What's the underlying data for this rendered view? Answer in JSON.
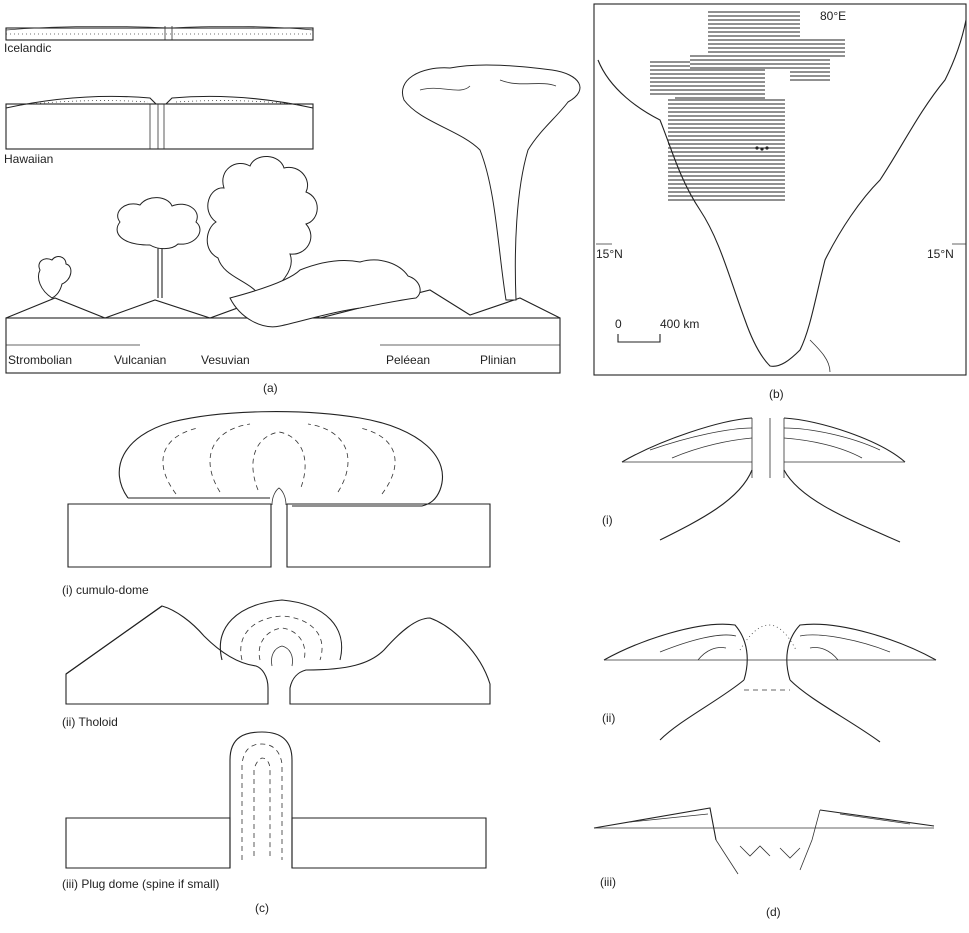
{
  "panel_a": {
    "label": "(a)",
    "icelandic": "Icelandic",
    "hawaiian": "Hawaiian",
    "types": [
      "Strombolian",
      "Vulcanian",
      "Vesuvian",
      "Peléean",
      "Plinian"
    ]
  },
  "panel_b": {
    "label": "(b)",
    "longitude": "80°E",
    "lat_left": "15°N",
    "lat_right": "15°N",
    "scale_zero": "0",
    "scale_end": "400 km"
  },
  "panel_c": {
    "label": "(c)",
    "cumulo": "(i) cumulo-dome",
    "tholoid": "(ii) Tholoid",
    "plug": "(iii) Plug dome (spine if small)"
  },
  "panel_d": {
    "label": "(d)",
    "i": "(i)",
    "ii": "(ii)",
    "iii": "(iii)"
  }
}
